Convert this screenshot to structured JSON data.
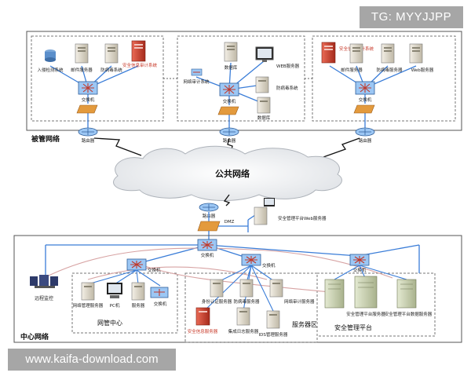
{
  "watermark_top": "TG: MYYJJPP",
  "watermark_bottom": "www.kaifa-download.com",
  "top_region": {
    "label": "被管网络",
    "office_a": {
      "intrusion": "入侵检测系统",
      "mail": "邮件服务器",
      "terminal": "防病毒系统",
      "audit": "安全信息审计系统",
      "switch": "交换机",
      "router": "路由器"
    },
    "office_b": {
      "audit": "网络审计系统",
      "server": "数据库",
      "web": "WEB服务器",
      "virus": "防病毒系统",
      "switch": "交换机",
      "db": "数据库",
      "router": "路由器"
    },
    "office_c": {
      "audit": "安全信息审计系统",
      "mail": "邮件服务器",
      "antivirus": "防病毒服务器",
      "web": "Web服务器",
      "switch": "交换机",
      "router": "路由器"
    }
  },
  "cloud_label": "公共网络",
  "gateway": {
    "router": "路由器",
    "firewall": "防火墙",
    "dmz": "DMZ",
    "server": "安全管理平台Web服务器"
  },
  "bottom_region": {
    "label": "中心网络",
    "remote": "远程监控",
    "switch": "交换机",
    "net_center": {
      "label": "网管中心",
      "items": [
        "网络管理服务器",
        "PC机",
        "服务器",
        "交换机"
      ],
      "switch": "交换机"
    },
    "server_area": {
      "label": "服务器区",
      "items": [
        "身份认证服务器",
        "防病毒服务器",
        "网络审计服务器",
        "安全信息服务器",
        "集成日志服务器",
        "IDS管理服务器"
      ],
      "switch": "交换机"
    },
    "sec_platform": {
      "label": "安全管理平台",
      "items": [
        "安全管理平台服务器",
        "安全管理平台数据服务器"
      ],
      "switch": "交换机"
    }
  },
  "colors": {
    "link": "#3a7dd8",
    "pink": "#d7a3a3",
    "router": "#9cc7f4",
    "firewall": "#e39a3d",
    "server": "#d9d3c4",
    "alert": "#c83a2a"
  }
}
